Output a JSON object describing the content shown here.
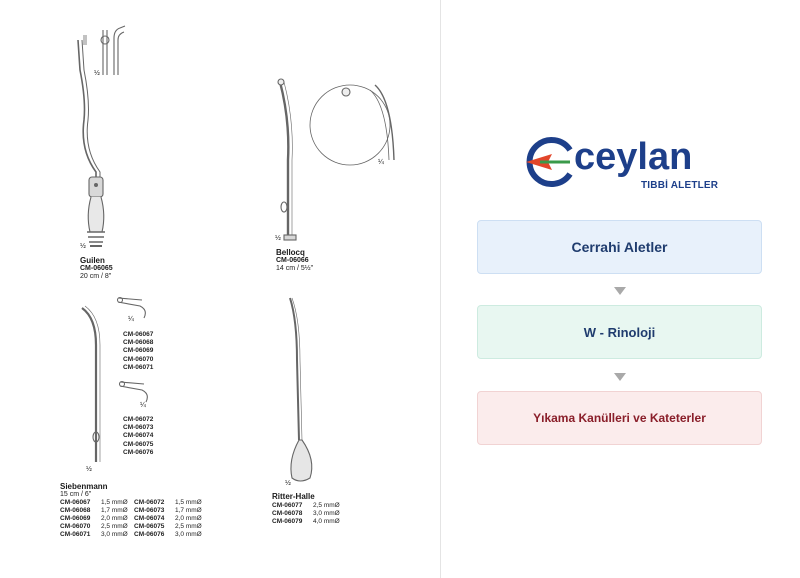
{
  "catalog": {
    "guilen": {
      "scale_top": "½",
      "scale_bottom": "½",
      "name": "Guilen",
      "code": "CM-06065",
      "size": "20 cm / 8\""
    },
    "bellocq": {
      "scale_detail": "¼",
      "scale_bottom": "½",
      "name": "Bellocq",
      "code": "CM-06066",
      "size": "14 cm / 5½\""
    },
    "siebenmann": {
      "scale_detail_1": "¼",
      "scale_detail_2": "¼",
      "scale_bottom": "½",
      "name": "Siebenmann",
      "size": "15 cm / 6\"",
      "detail_codes_1": [
        "CM-06067",
        "CM-06068",
        "CM-06069",
        "CM-06070",
        "CM-06071"
      ],
      "detail_codes_2": [
        "CM-06072",
        "CM-06073",
        "CM-06074",
        "CM-06075",
        "CM-06076"
      ],
      "specs_left": [
        {
          "code": "CM-06067",
          "size": "1,5 mmØ"
        },
        {
          "code": "CM-06068",
          "size": "1,7 mmØ"
        },
        {
          "code": "CM-06069",
          "size": "2,0 mmØ"
        },
        {
          "code": "CM-06070",
          "size": "2,5 mmØ"
        },
        {
          "code": "CM-06071",
          "size": "3,0 mmØ"
        }
      ],
      "specs_right": [
        {
          "code": "CM-06072",
          "size": "1,5 mmØ"
        },
        {
          "code": "CM-06073",
          "size": "1,7 mmØ"
        },
        {
          "code": "CM-06074",
          "size": "2,0 mmØ"
        },
        {
          "code": "CM-06075",
          "size": "2,5 mmØ"
        },
        {
          "code": "CM-06076",
          "size": "3,0 mmØ"
        }
      ]
    },
    "ritter_halle": {
      "scale_bottom": "½",
      "name": "Ritter-Halle",
      "specs": [
        {
          "code": "CM-06077",
          "size": "2,5 mmØ"
        },
        {
          "code": "CM-06078",
          "size": "3,0 mmØ"
        },
        {
          "code": "CM-06079",
          "size": "4,0 mmØ"
        }
      ]
    }
  },
  "brand": {
    "name": "ceylan",
    "tagline": "TIBBİ ALETLER",
    "primary_color": "#1d3f8a",
    "accent_color": "#e2462a"
  },
  "nav": {
    "level1": "Cerrahi Aletler",
    "level2": "W - Rinoloji",
    "level3": "Yıkama Kanülleri ve Kateterler"
  }
}
